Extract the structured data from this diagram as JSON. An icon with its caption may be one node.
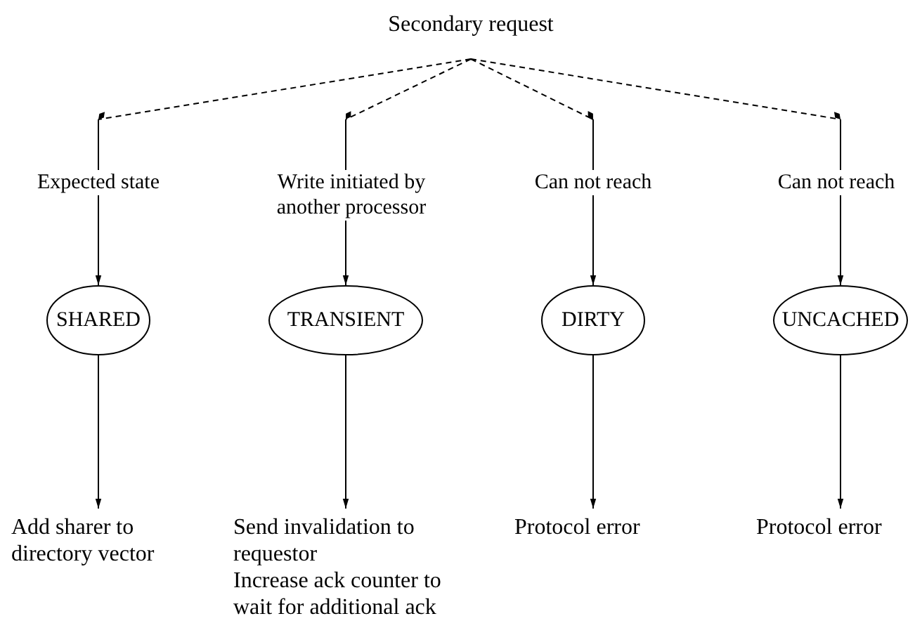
{
  "diagram": {
    "nodes": [
      {
        "text": [
          "Secondary request"
        ]
      },
      {
        "text": [
          "SHARED"
        ]
      },
      {
        "text": [
          "TRANSIENT"
        ]
      },
      {
        "text": [
          "DIRTY"
        ]
      },
      {
        "text": [
          "UNCACHED"
        ]
      },
      {
        "text": [
          "Add sharer to directory vector"
        ]
      },
      {
        "text": [
          "Send invalidation to requestor",
          "Increase ack counter to wait for additional ack"
        ]
      },
      {
        "text": [
          "Protocol error"
        ]
      },
      {
        "text": [
          "Protocol error"
        ]
      }
    ],
    "edges": [
      {
        "from": 0,
        "to": 1,
        "label": "Expected state",
        "arrow": "to",
        "style": "dashed"
      },
      {
        "from": 0,
        "to": 2,
        "label": "Write initiated by another processor",
        "arrow": "to",
        "style": "dashed"
      },
      {
        "from": 0,
        "to": 3,
        "label": "Can not reach",
        "arrow": "to",
        "style": "dashed"
      },
      {
        "from": 0,
        "to": 4,
        "label": "Can not reach",
        "arrow": "to",
        "style": "dashed"
      },
      {
        "from": 1,
        "to": 5,
        "arrow": "to"
      },
      {
        "from": 2,
        "to": 6,
        "arrow": "to"
      },
      {
        "from": 3,
        "to": 7,
        "arrow": "to"
      },
      {
        "from": 4,
        "to": 8,
        "arrow": "to"
      }
    ]
  }
}
